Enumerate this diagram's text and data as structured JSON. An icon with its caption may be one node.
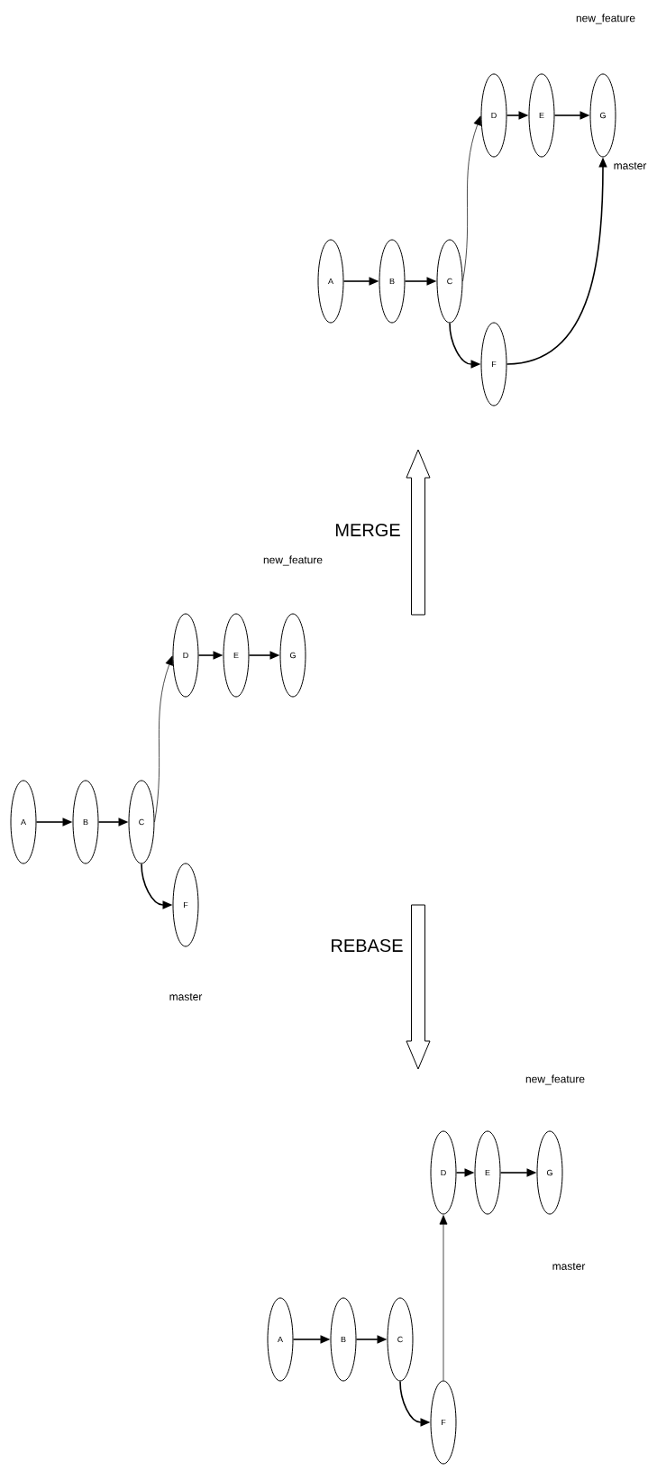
{
  "diagram": {
    "nodes": [
      {
        "text": [
          "A"
        ]
      },
      {
        "text": [
          "B"
        ]
      },
      {
        "text": [
          "C"
        ]
      },
      {
        "text": [
          "D"
        ]
      },
      {
        "text": [
          "E"
        ]
      },
      {
        "text": [
          "G"
        ]
      },
      {
        "text": [
          "F"
        ]
      },
      {
        "text": [
          "A"
        ]
      },
      {
        "text": [
          "B"
        ]
      },
      {
        "text": [
          "C"
        ]
      },
      {
        "text": [
          "D"
        ]
      },
      {
        "text": [
          "E"
        ]
      },
      {
        "text": [
          "G"
        ]
      },
      {
        "text": [
          "F"
        ]
      },
      {
        "text": [
          "A"
        ]
      },
      {
        "text": [
          "B"
        ]
      },
      {
        "text": [
          "C"
        ]
      },
      {
        "text": [
          "D"
        ]
      },
      {
        "text": [
          "E"
        ]
      },
      {
        "text": [
          "G"
        ]
      },
      {
        "text": [
          "F"
        ]
      }
    ],
    "edges": [
      {
        "from": 0,
        "to": 1,
        "arrow": "to"
      },
      {
        "from": 1,
        "to": 2,
        "arrow": "to"
      },
      {
        "from": 2,
        "to": 3,
        "arrow": "to"
      },
      {
        "from": 3,
        "to": 4,
        "arrow": "to"
      },
      {
        "from": 4,
        "to": 5,
        "arrow": "to"
      },
      {
        "from": 2,
        "to": 6,
        "arrow": "to"
      },
      {
        "from": 6,
        "to": 5,
        "arrow": "to"
      },
      {
        "from": 7,
        "to": 8,
        "arrow": "to"
      },
      {
        "from": 8,
        "to": 9,
        "arrow": "to"
      },
      {
        "from": 9,
        "to": 10,
        "arrow": "to"
      },
      {
        "from": 10,
        "to": 11,
        "arrow": "to"
      },
      {
        "from": 11,
        "to": 12,
        "arrow": "to"
      },
      {
        "from": 9,
        "to": 13,
        "arrow": "to"
      },
      {
        "from": 14,
        "to": 15,
        "arrow": "to"
      },
      {
        "from": 15,
        "to": 16,
        "arrow": "to"
      },
      {
        "from": 16,
        "to": 20,
        "arrow": "to"
      },
      {
        "from": 20,
        "to": 17,
        "arrow": "to"
      },
      {
        "from": 17,
        "to": 18,
        "arrow": "to"
      },
      {
        "from": 18,
        "to": 19,
        "arrow": "to"
      }
    ],
    "labels": [
      "new_feature",
      "master",
      "MERGE",
      "new_feature",
      "master",
      "REBASE",
      "new_feature",
      "master"
    ]
  }
}
